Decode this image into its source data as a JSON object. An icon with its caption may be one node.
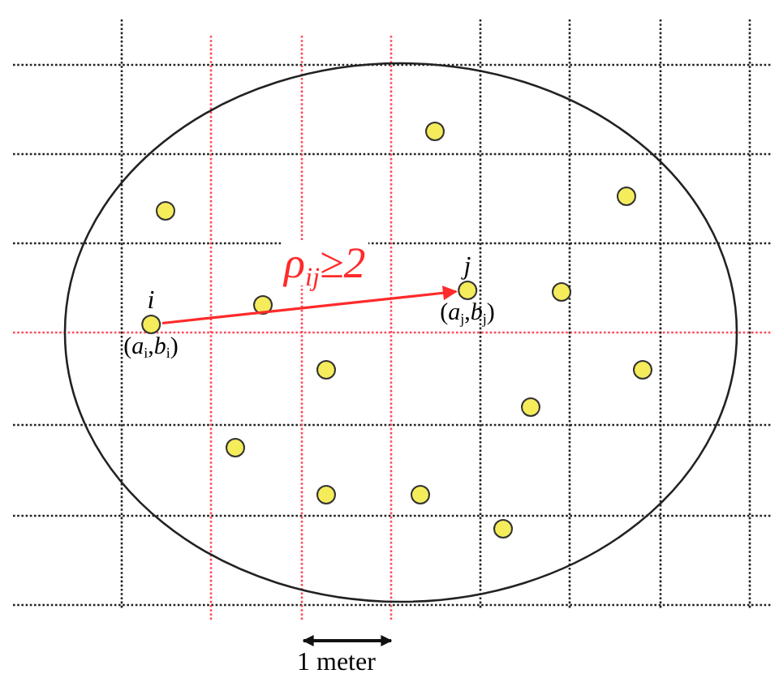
{
  "diagram": {
    "nodes": [
      {
        "text": [],
        "shape": "circle"
      },
      {
        "text": [],
        "shape": "circle"
      },
      {
        "text": [],
        "shape": "circle"
      },
      {
        "text": [
          "j",
          "(*a*$_{j}$,*b*$_{j}$)"
        ]
      },
      {
        "text": [],
        "shape": "circle"
      },
      {
        "text": [],
        "shape": "circle"
      },
      {
        "text": [
          "i",
          "(*a*$_{i}$,*b*$_{i}$)"
        ]
      },
      {
        "text": [],
        "shape": "circle"
      },
      {
        "text": [],
        "shape": "circle"
      },
      {
        "text": [],
        "shape": "circle"
      },
      {
        "text": [],
        "shape": "circle"
      },
      {
        "text": [],
        "shape": "circle"
      },
      {
        "text": [],
        "shape": "circle"
      },
      {
        "text": [],
        "shape": "circle"
      }
    ],
    "edges": [
      {
        "from": 6,
        "to": 3,
        "arrow": "to",
        "label": "ρ$_{ij}$≥2",
        "color": "#ff2a2a"
      }
    ],
    "labels": [
      "1 meter"
    ]
  }
}
